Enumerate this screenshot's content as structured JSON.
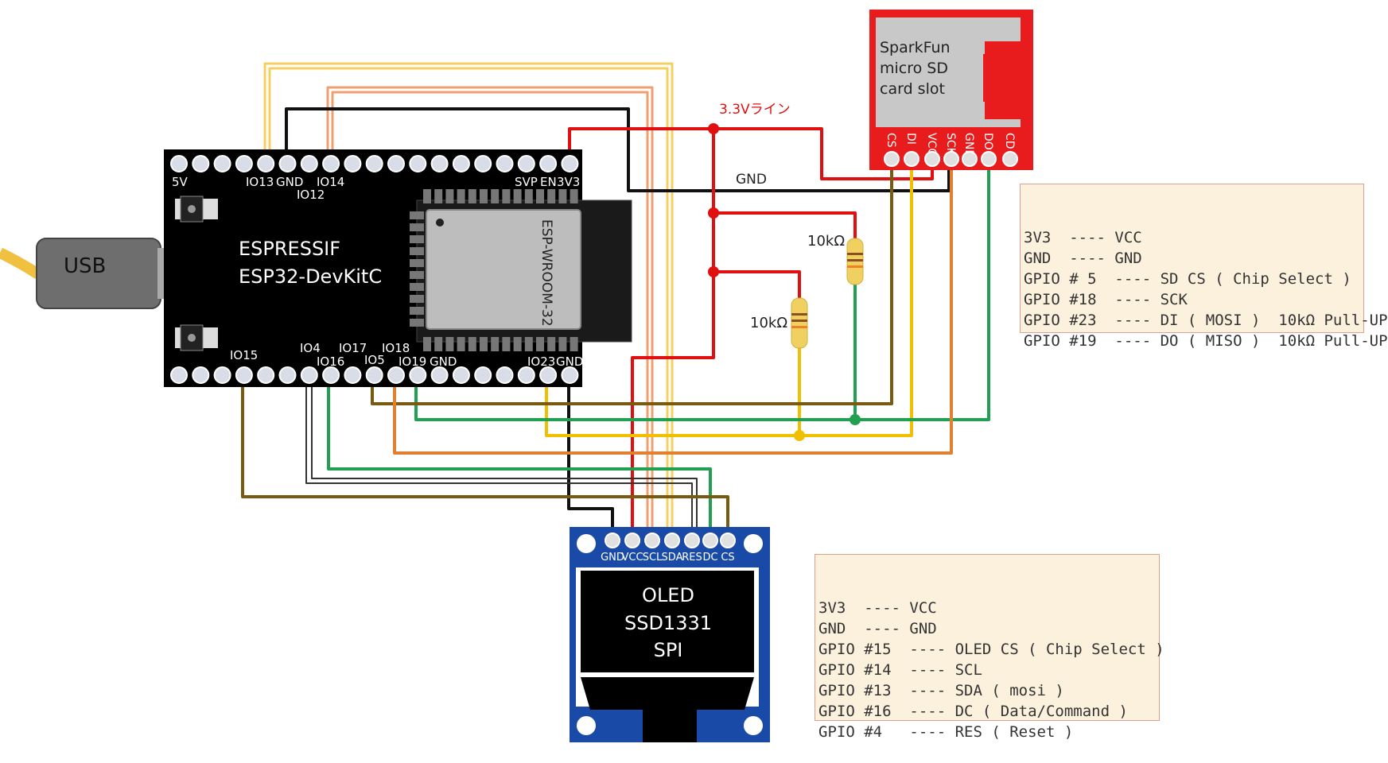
{
  "usb": {
    "label": "USB"
  },
  "board": {
    "brand": "ESPRESSIF",
    "model": "ESP32-DevKitC",
    "module": "ESP-WROOM-32",
    "top_pins": {
      "p5v": "5V",
      "io13": "IO13",
      "gnd": "GND",
      "io14": "IO14",
      "io12": "IO12",
      "svp": "SVP",
      "en": "EN",
      "p3v3": "3V3"
    },
    "bottom_pins": {
      "io15": "IO15",
      "io4": "IO4",
      "io16": "IO16",
      "io17": "IO17",
      "io5": "IO5",
      "io18": "IO18",
      "io19": "IO19",
      "gnd": "GND",
      "io23": "IO23",
      "gnd2": "GND"
    }
  },
  "sd": {
    "title_lines": [
      "SparkFun",
      "micro SD",
      "card slot"
    ],
    "pins": [
      "CS",
      "DI",
      "VCC",
      "SCK",
      "GND",
      "DO",
      "CD"
    ]
  },
  "oled": {
    "title_lines": [
      "OLED",
      "SSD1331",
      "SPI"
    ],
    "pins": [
      "GND",
      "VCC",
      "SCL",
      "SDA",
      "RES",
      "DC",
      "CS"
    ]
  },
  "labels": {
    "line_3v3": "3.3Vライン",
    "gnd": "GND",
    "r1": "10kΩ",
    "r2": "10kΩ"
  },
  "sd_notes": [
    "3V3  ---- VCC",
    "GND  ---- GND",
    "GPIO # 5  ---- SD CS ( Chip Select )",
    "GPIO #18  ---- SCK",
    "GPIO #23  ---- DI ( MOSI )  10kΩ Pull-UP",
    "GPIO #19  ---- DO ( MISO )  10kΩ Pull-UP"
  ],
  "oled_notes": [
    "3V3  ---- VCC",
    "GND  ---- GND",
    "GPIO #15  ---- OLED CS ( Chip Select )",
    "GPIO #14  ---- SCL",
    "GPIO #13  ---- SDA ( mosi )",
    "GPIO #16  ---- DC ( Data/Command )",
    "GPIO #4   ---- RES ( Reset )"
  ],
  "colors": {
    "red_wire": "#e01010",
    "black_wire": "#111111",
    "yellow_wire": "#f0c000",
    "green_wire": "#20a050",
    "orange_wire": "#e08030",
    "olive_wire": "#7a5a10",
    "board": "#000000",
    "sd_board": "#e81c1c",
    "oled_board": "#1a4aa8",
    "note_bg": "#fcf1dc"
  }
}
